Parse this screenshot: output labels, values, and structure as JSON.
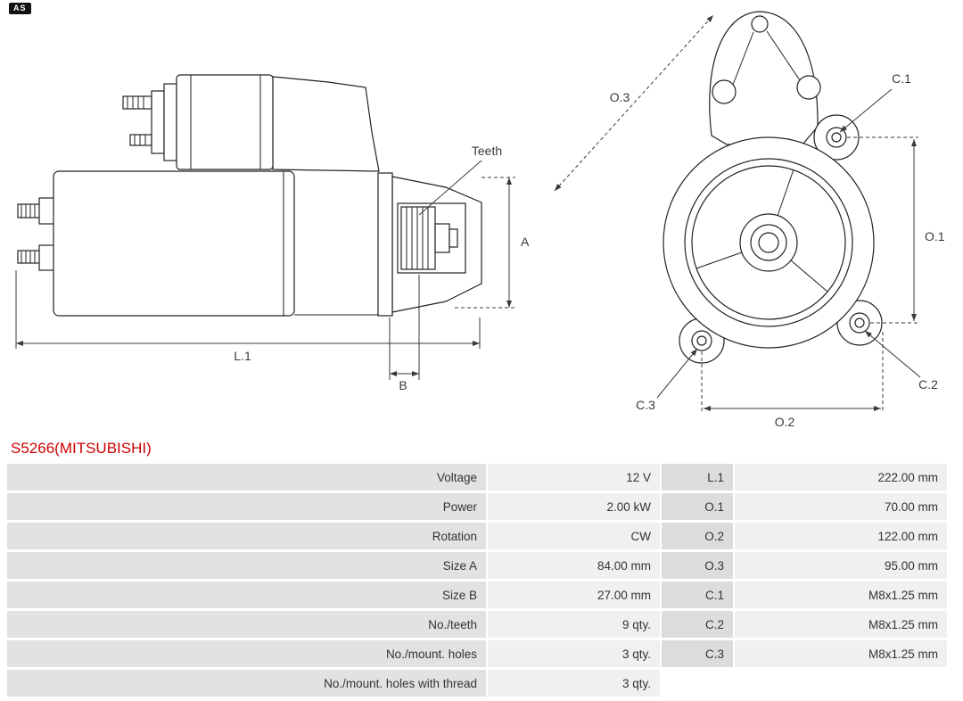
{
  "logo": {
    "text": "AS"
  },
  "part": {
    "number": "S5266(MITSUBISHI)"
  },
  "colors": {
    "accent": "#cc0000",
    "table_label_bg": "#e2e2e2",
    "table_value_bg": "#f0f0f0",
    "table_dim_bg": "#dcdcdc"
  },
  "diagram": {
    "type": "starter-motor-technical-drawing",
    "labels": {
      "teeth": "Teeth",
      "a": "A",
      "b": "B",
      "l1": "L.1",
      "o1": "O.1",
      "o2": "O.2",
      "o3": "O.3",
      "c1": "C.1",
      "c2": "C.2",
      "c3": "C.3"
    }
  },
  "table": {
    "rows": [
      {
        "label": "Voltage",
        "value": "12 V",
        "dim": "L.1",
        "dim_value": "222.00 mm"
      },
      {
        "label": "Power",
        "value": "2.00 kW",
        "dim": "O.1",
        "dim_value": "70.00 mm"
      },
      {
        "label": "Rotation",
        "value": "CW",
        "dim": "O.2",
        "dim_value": "122.00 mm"
      },
      {
        "label": "Size A",
        "value": "84.00 mm",
        "dim": "O.3",
        "dim_value": "95.00 mm"
      },
      {
        "label": "Size B",
        "value": "27.00 mm",
        "dim": "C.1",
        "dim_value": "M8x1.25 mm"
      },
      {
        "label": "No./teeth",
        "value": "9 qty.",
        "dim": "C.2",
        "dim_value": "M8x1.25 mm"
      },
      {
        "label": "No./mount. holes",
        "value": "3 qty.",
        "dim": "C.3",
        "dim_value": "M8x1.25 mm"
      },
      {
        "label": "No./mount. holes with thread",
        "value": "3 qty.",
        "dim": "",
        "dim_value": ""
      }
    ]
  }
}
